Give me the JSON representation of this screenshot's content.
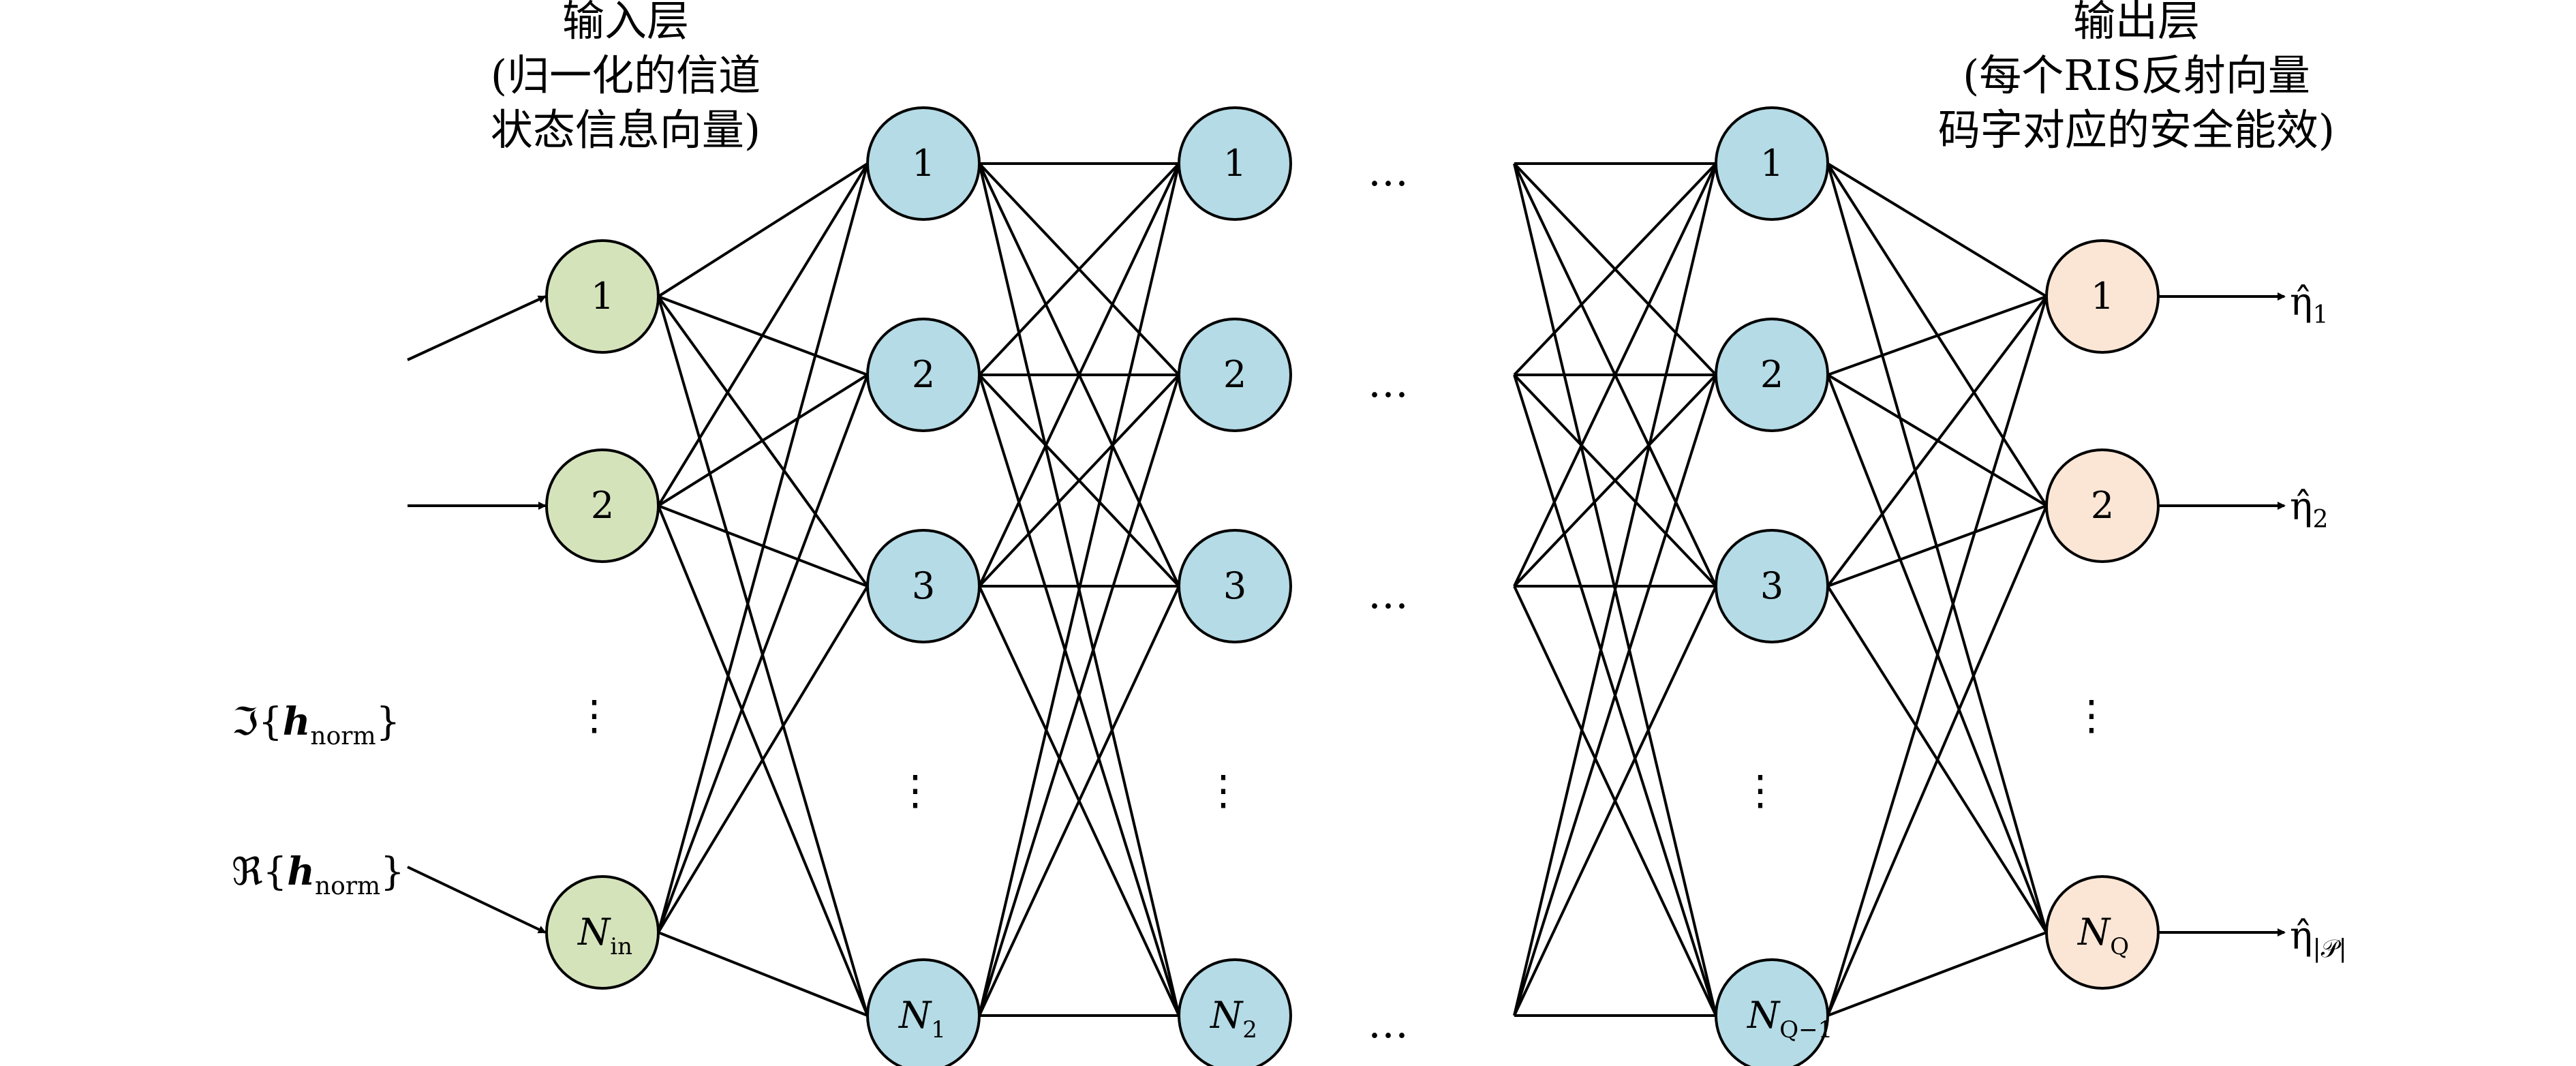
{
  "captions": {
    "input": [
      "输入层",
      "(归一化的信道",
      "状态信息向量)"
    ],
    "output": [
      "输出层",
      "(每个RIS反射向量",
      "码字对应的安全能效)"
    ]
  },
  "input_labels": {
    "imag": {
      "op": "ℑ",
      "open": "{",
      "vec": "h",
      "sub": "norm",
      "close": "}"
    },
    "real": {
      "op": "ℜ",
      "open": "{",
      "vec": "h",
      "sub": "norm",
      "close": "}"
    }
  },
  "layers": {
    "input": {
      "nodes": [
        {
          "main": "1",
          "sub": ""
        },
        {
          "main": "2",
          "sub": ""
        },
        {
          "main": "N",
          "sub": "in"
        }
      ]
    },
    "hidden1": {
      "nodes": [
        {
          "main": "1",
          "sub": ""
        },
        {
          "main": "2",
          "sub": ""
        },
        {
          "main": "3",
          "sub": ""
        },
        {
          "main": "N",
          "sub": "1"
        }
      ]
    },
    "hidden2": {
      "nodes": [
        {
          "main": "1",
          "sub": ""
        },
        {
          "main": "2",
          "sub": ""
        },
        {
          "main": "3",
          "sub": ""
        },
        {
          "main": "N",
          "sub": "2"
        }
      ]
    },
    "hiddenQ": {
      "nodes": [
        {
          "main": "1",
          "sub": ""
        },
        {
          "main": "2",
          "sub": ""
        },
        {
          "main": "3",
          "sub": ""
        },
        {
          "main": "N",
          "sub": "Q−1"
        }
      ]
    },
    "output": {
      "nodes": [
        {
          "main": "1",
          "sub": ""
        },
        {
          "main": "2",
          "sub": ""
        },
        {
          "main": "N",
          "sub": "Q"
        }
      ]
    }
  },
  "outputs": [
    {
      "sym": "η̂",
      "sub": "1"
    },
    {
      "sym": "η̂",
      "sub": "2"
    },
    {
      "sym": "η̂",
      "sub": "|𝒫|"
    }
  ],
  "ellipsis": {
    "vertical": "⋮",
    "horizontal": "…"
  },
  "colors": {
    "input_fill": "#d5e3bb",
    "hidden_fill": "#b4dbe6",
    "output_fill": "#fbe6d5",
    "stroke": "#000000"
  }
}
